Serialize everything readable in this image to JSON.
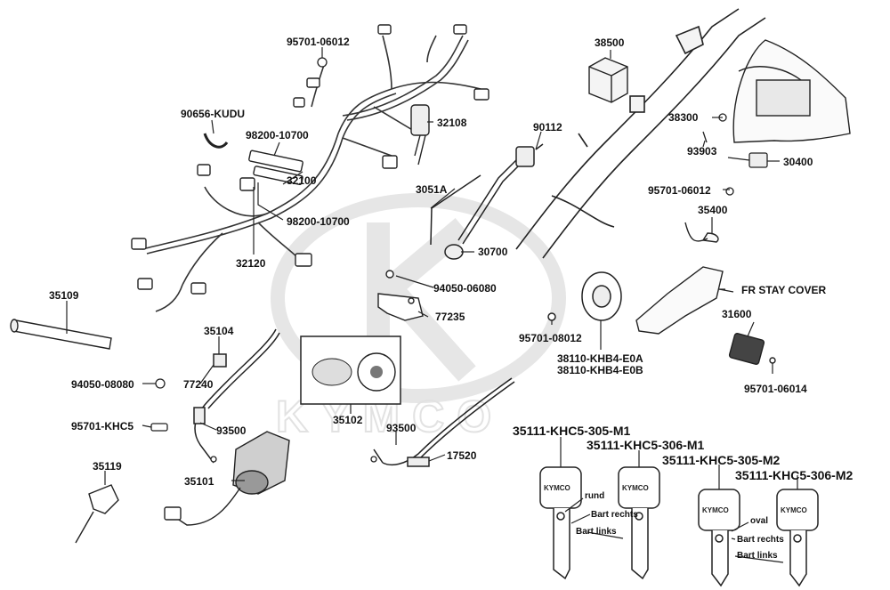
{
  "watermark": {
    "brand_text": "KYMCO"
  },
  "parts": [
    {
      "id": "p-95701-06012-a",
      "label": "95701-06012"
    },
    {
      "id": "p-90656-kudu",
      "label": "90656-KUDU"
    },
    {
      "id": "p-98200-10700-a",
      "label": "98200-10700"
    },
    {
      "id": "p-32108",
      "label": "32108"
    },
    {
      "id": "p-32100",
      "label": "32100"
    },
    {
      "id": "p-98200-10700-b",
      "label": "98200-10700"
    },
    {
      "id": "p-32120",
      "label": "32120"
    },
    {
      "id": "p-38500",
      "label": "38500"
    },
    {
      "id": "p-90112",
      "label": "90112"
    },
    {
      "id": "p-3051a",
      "label": "3051A"
    },
    {
      "id": "p-30700",
      "label": "30700"
    },
    {
      "id": "p-94050-06080",
      "label": "94050-06080"
    },
    {
      "id": "p-77235",
      "label": "77235"
    },
    {
      "id": "p-38300",
      "label": "38300"
    },
    {
      "id": "p-93903",
      "label": "93903"
    },
    {
      "id": "p-30400",
      "label": "30400"
    },
    {
      "id": "p-95701-06012-b",
      "label": "95701-06012"
    },
    {
      "id": "p-35400",
      "label": "35400"
    },
    {
      "id": "p-fr-stay-cover",
      "label": "FR STAY COVER"
    },
    {
      "id": "p-31600",
      "label": "31600"
    },
    {
      "id": "p-95701-06014",
      "label": "95701-06014"
    },
    {
      "id": "p-95701-08012",
      "label": "95701-08012"
    },
    {
      "id": "p-38110-khb4-e0a",
      "label": "38110-KHB4-E0A"
    },
    {
      "id": "p-38110-khb4-e0b",
      "label": "38110-KHB4-E0B"
    },
    {
      "id": "p-35109",
      "label": "35109"
    },
    {
      "id": "p-35104",
      "label": "35104"
    },
    {
      "id": "p-94050-08080",
      "label": "94050-08080"
    },
    {
      "id": "p-77240",
      "label": "77240"
    },
    {
      "id": "p-35102",
      "label": "35102"
    },
    {
      "id": "p-95701-khc5",
      "label": "95701-KHC5"
    },
    {
      "id": "p-93500-a",
      "label": "93500"
    },
    {
      "id": "p-93500-b",
      "label": "93500"
    },
    {
      "id": "p-17520",
      "label": "17520"
    },
    {
      "id": "p-35119",
      "label": "35119"
    },
    {
      "id": "p-35101",
      "label": "35101"
    },
    {
      "id": "p-35111-khc5-305-m1",
      "label": "35111-KHC5-305-M1"
    },
    {
      "id": "p-35111-khc5-306-m1",
      "label": "35111-KHC5-306-M1"
    },
    {
      "id": "p-35111-khc5-305-m2",
      "label": "35111-KHC5-305-M2"
    },
    {
      "id": "p-35111-khc5-306-m2",
      "label": "35111-KHC5-306-M2"
    }
  ],
  "key_notes": {
    "rund": "rund",
    "oval": "oval",
    "bart_rechts_1": "Bart rechts",
    "bart_links_1": "Bart links",
    "bart_rechts_2": "Bart rechts",
    "bart_links_2": "Bart links"
  },
  "key_brand": "KYMCO"
}
